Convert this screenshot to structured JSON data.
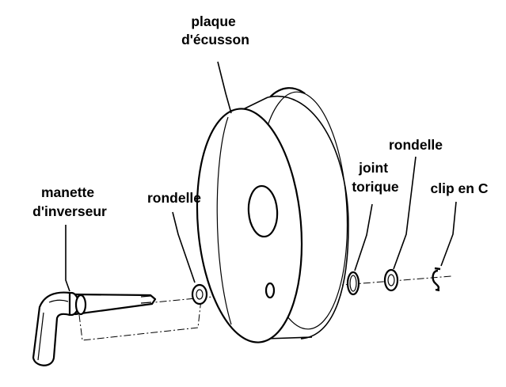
{
  "labels": {
    "escutcheon_plate": [
      "plaque",
      "d'écusson"
    ],
    "diverter_handle": [
      "manette",
      "d'inverseur"
    ],
    "washer_left": "rondelle",
    "o_ring": [
      "joint",
      "torique"
    ],
    "washer_right": "rondelle",
    "c_clip": "clip en C"
  },
  "colors": {
    "line": "#000000",
    "background": "#ffffff"
  }
}
